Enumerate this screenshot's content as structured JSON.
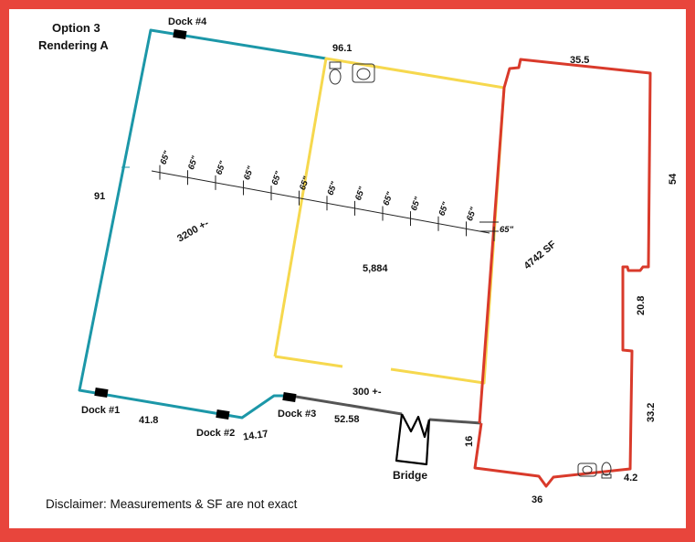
{
  "title": {
    "line1": "Option 3",
    "line2": "Rendering A"
  },
  "disclaimer": "Disclaimer: Measurements & SF are not exact",
  "colors": {
    "frame": "#e8453c",
    "teal": "#1c97a8",
    "yellow": "#f6d84e",
    "red": "#d93a2b",
    "gray": "#555555",
    "black": "#000000"
  },
  "labels": {
    "dock4": "Dock #4",
    "dock1": "Dock #1",
    "dock2": "Dock #2",
    "dock3": "Dock #3",
    "dim_96_1": "96.1",
    "dim_35_5": "35.5",
    "dim_91": "91",
    "dim_54": "54",
    "dim_41_8": "41.8",
    "dim_14_17": "14.17",
    "dim_52_58": "52.58",
    "dim_300": "300 +-",
    "dim_16": "16",
    "dim_20_8": "20.8",
    "dim_33_2": "33.2",
    "dim_4_2": "4.2",
    "dim_36": "36",
    "area_3200": "3200 +-",
    "area_5884": "5,884",
    "area_4742": "4742 SF",
    "bridge": "Bridge"
  },
  "spacing_label": "65\"",
  "spacing_count": 13,
  "icons": [
    "toilet-icon",
    "sink-icon"
  ]
}
